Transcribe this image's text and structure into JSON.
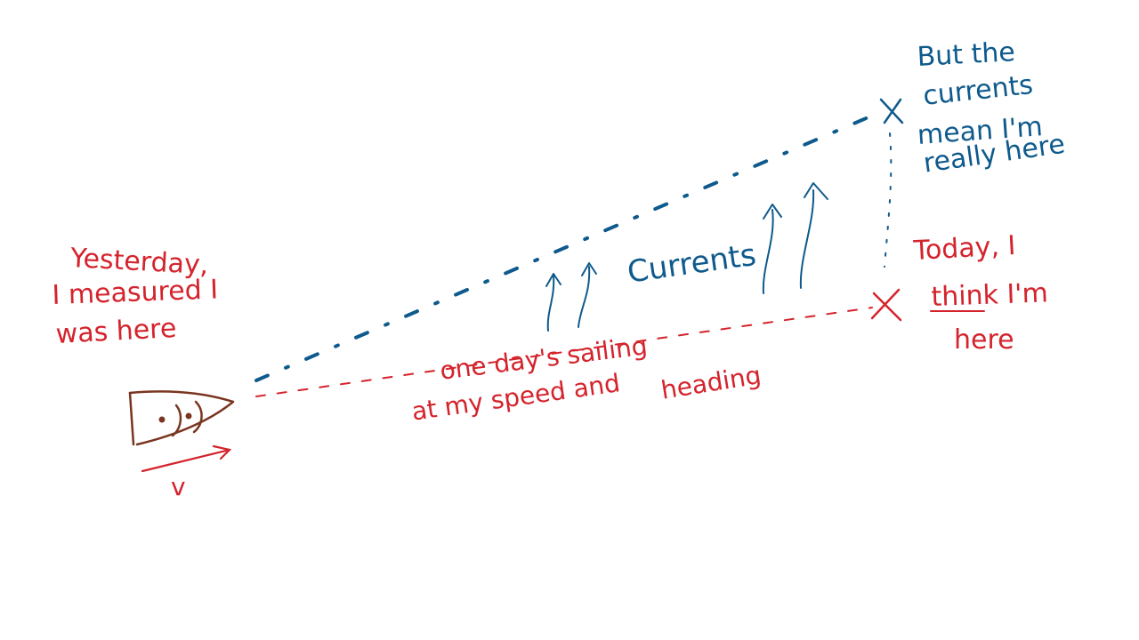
{
  "annotations": {
    "yesterday": {
      "line1": "Yesterday,",
      "line2": "I measured I",
      "line3": "was here"
    },
    "sailing": {
      "line1": "one day's sailing",
      "line2": "at my speed and",
      "line3": "heading"
    },
    "currents_label": "Currents",
    "actual": {
      "line1": "But the",
      "line2": "currents",
      "line3": "mean I'm",
      "line4": "really here"
    },
    "estimate": {
      "line1": "Today, I",
      "line2": "think I'm",
      "line3": "here"
    },
    "velocity_label": "v"
  },
  "colors": {
    "estimate_ink": "#d4232c",
    "actual_ink": "#0e5a8c",
    "boat_ink": "#7a3520"
  },
  "icons": {
    "boat": "boat-icon",
    "estimate_mark": "x-mark-icon",
    "actual_mark": "x-mark-icon",
    "current_arrows": "up-arrow-icon"
  }
}
